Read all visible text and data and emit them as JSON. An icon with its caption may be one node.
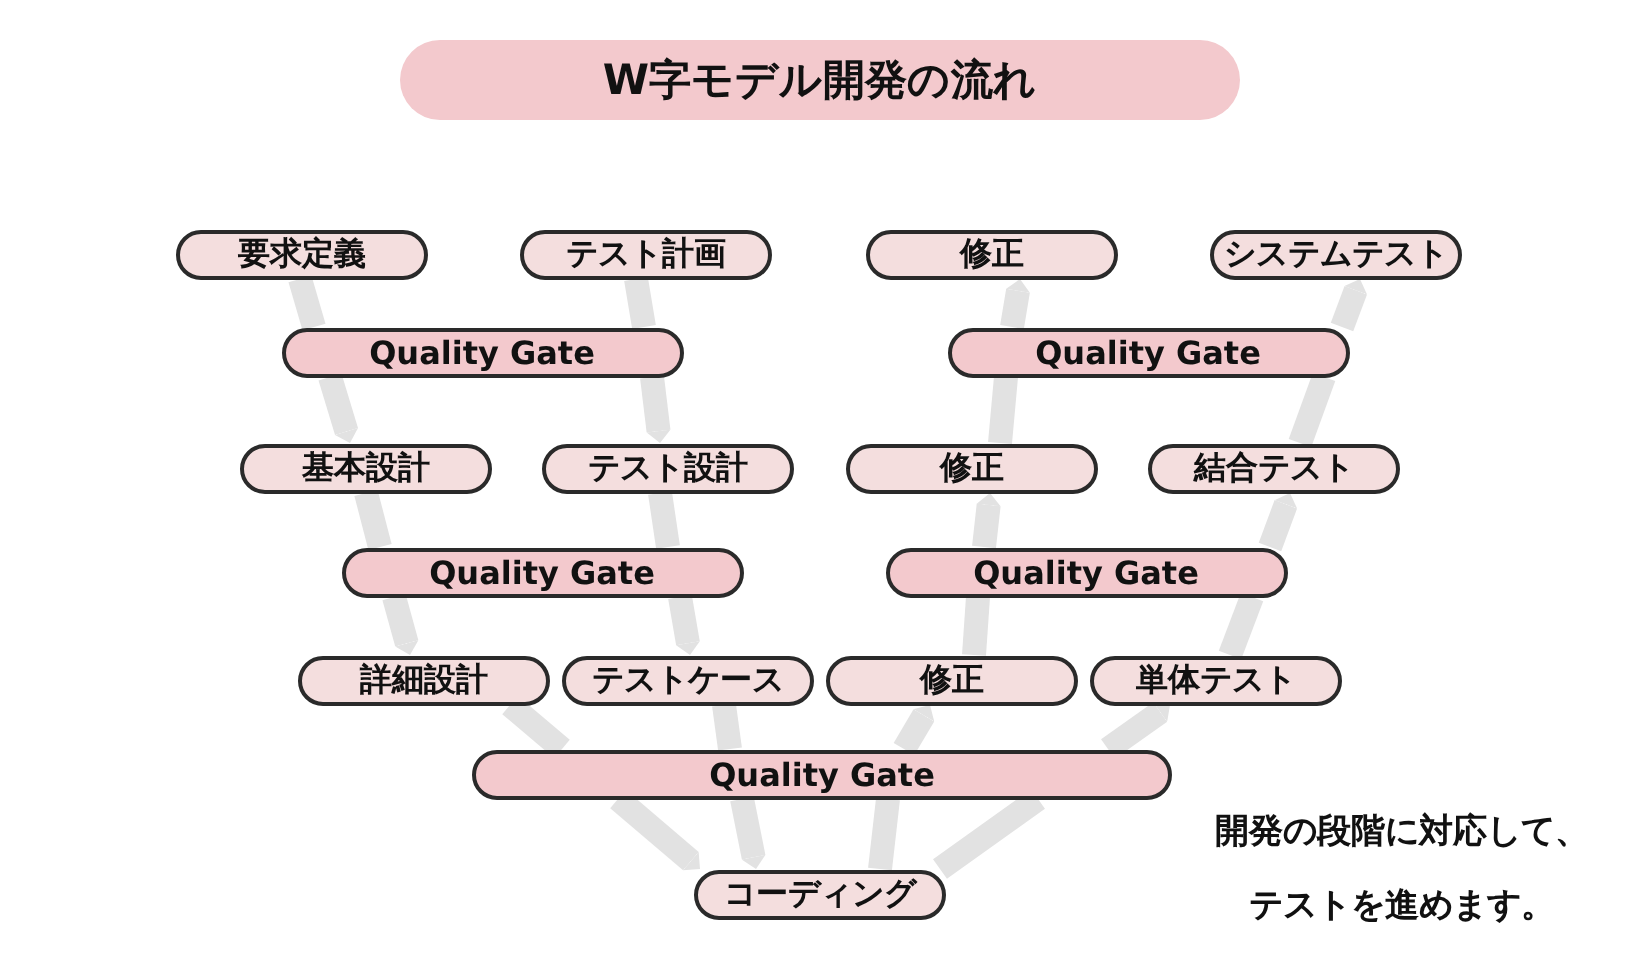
{
  "diagram": {
    "title": "W字モデル開発の流れ",
    "nodes": [
      {
        "text": [
          "要求定義"
        ]
      },
      {
        "text": [
          "テスト計画"
        ]
      },
      {
        "text": [
          "修正"
        ]
      },
      {
        "text": [
          "システムテスト"
        ]
      },
      {
        "text": [
          "Quality Gate"
        ]
      },
      {
        "text": [
          "Quality Gate"
        ]
      },
      {
        "text": [
          "基本設計"
        ]
      },
      {
        "text": [
          "テスト設計"
        ]
      },
      {
        "text": [
          "修正"
        ]
      },
      {
        "text": [
          "結合テスト"
        ]
      },
      {
        "text": [
          "Quality Gate"
        ]
      },
      {
        "text": [
          "Quality Gate"
        ]
      },
      {
        "text": [
          "詳細設計"
        ]
      },
      {
        "text": [
          "テストケース"
        ]
      },
      {
        "text": [
          "修正"
        ]
      },
      {
        "text": [
          "単体テスト"
        ]
      },
      {
        "text": [
          "Quality Gate"
        ]
      },
      {
        "text": [
          "コーディング"
        ]
      }
    ],
    "edges": [
      {
        "from": 0,
        "to": 4,
        "arrow": "none"
      },
      {
        "from": 4,
        "to": 6,
        "arrow": "to"
      },
      {
        "from": 6,
        "to": 10,
        "arrow": "none"
      },
      {
        "from": 10,
        "to": 12,
        "arrow": "to"
      },
      {
        "from": 12,
        "to": 16,
        "arrow": "none"
      },
      {
        "from": 16,
        "to": 17,
        "arrow": "to"
      },
      {
        "from": 1,
        "to": 4,
        "arrow": "none"
      },
      {
        "from": 4,
        "to": 7,
        "arrow": "to"
      },
      {
        "from": 7,
        "to": 10,
        "arrow": "none"
      },
      {
        "from": 10,
        "to": 13,
        "arrow": "to"
      },
      {
        "from": 13,
        "to": 16,
        "arrow": "none"
      },
      {
        "from": 16,
        "to": 17,
        "arrow": "to"
      },
      {
        "from": 17,
        "to": 16,
        "arrow": "none"
      },
      {
        "from": 16,
        "to": 14,
        "arrow": "to"
      },
      {
        "from": 14,
        "to": 11,
        "arrow": "none"
      },
      {
        "from": 11,
        "to": 8,
        "arrow": "to"
      },
      {
        "from": 8,
        "to": 5,
        "arrow": "none"
      },
      {
        "from": 5,
        "to": 2,
        "arrow": "to"
      },
      {
        "from": 17,
        "to": 16,
        "arrow": "none"
      },
      {
        "from": 16,
        "to": 15,
        "arrow": "to"
      },
      {
        "from": 15,
        "to": 11,
        "arrow": "none"
      },
      {
        "from": 11,
        "to": 9,
        "arrow": "to"
      },
      {
        "from": 9,
        "to": 5,
        "arrow": "none"
      },
      {
        "from": 5,
        "to": 3,
        "arrow": "to"
      }
    ],
    "labels": [
      "開発の段階に対応して、テストを進めます。"
    ]
  }
}
